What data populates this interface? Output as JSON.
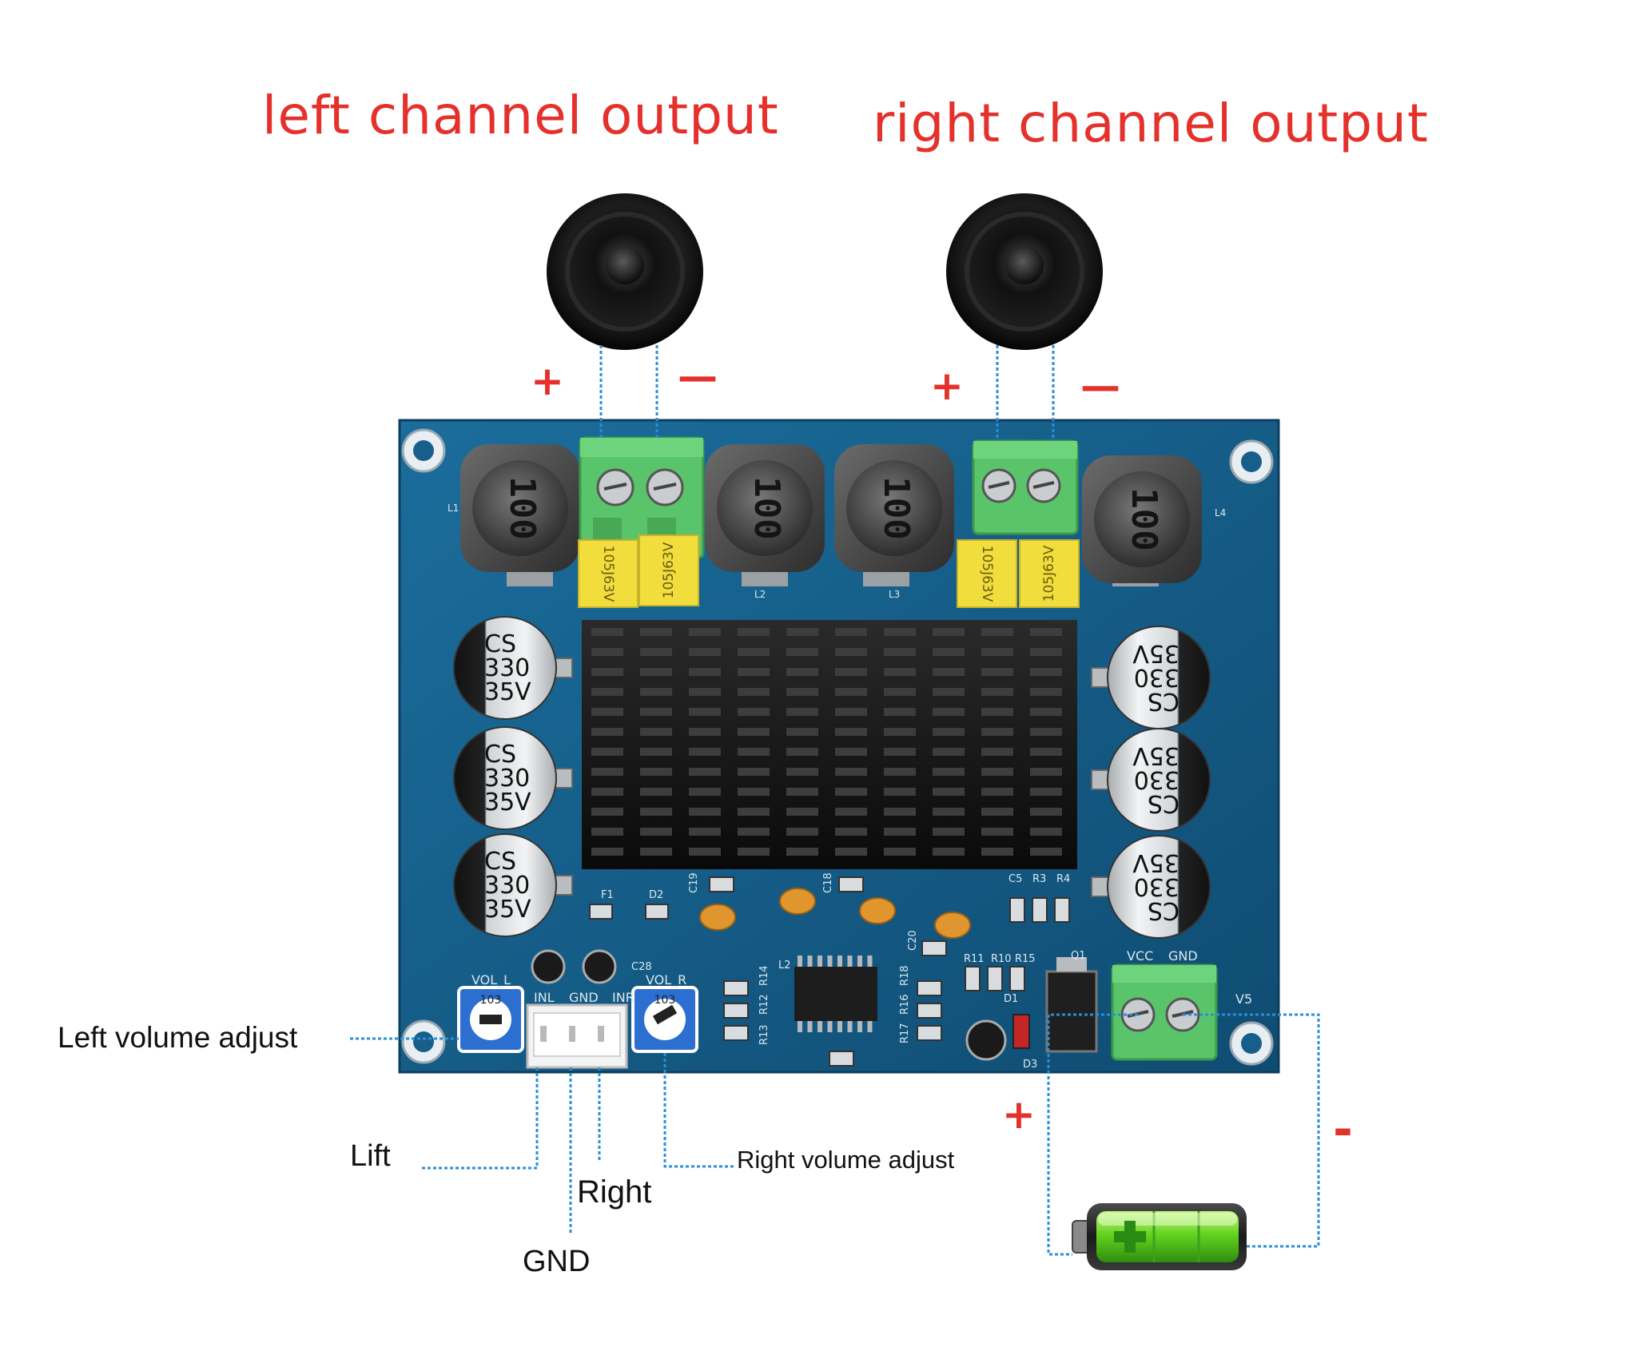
{
  "diagram": {
    "headings": {
      "left_output": "left channel output",
      "right_output": "right channel output"
    },
    "polarity": {
      "plus": "+",
      "minus": "—",
      "battery_plus": "+",
      "battery_minus": "-"
    },
    "labels": {
      "left_volume": "Left volume adjust",
      "right_volume": "Right volume adjust",
      "lift": "Lift",
      "right": "Right",
      "gnd": "GND"
    },
    "board": {
      "inductor_mark": "100",
      "film_cap_mark": "105J63V",
      "elec_cap_lines": [
        "CS",
        "330",
        "35V"
      ],
      "trimmer_mark": "103",
      "silk": {
        "vol_l": "VOL_L",
        "vol_r": "VOL_R",
        "inl": "INL",
        "gnd": "GND",
        "inr": "INR",
        "vcc": "VCC",
        "gnd2": "GND",
        "v5": "V5",
        "l1": "L1",
        "l2": "L2",
        "l3": "L3",
        "l4": "L4",
        "c19": "C19",
        "c18": "C18",
        "c20": "C20",
        "c28": "C28",
        "c5": "C5",
        "r3": "R3",
        "r4": "R4",
        "r11": "R11",
        "r10": "R10",
        "r15": "R15",
        "r13": "R13",
        "r12": "R12",
        "r14": "R14",
        "r18": "R18",
        "r16": "R16",
        "r17": "R17",
        "d1": "D1",
        "d2": "D2",
        "d3": "D3",
        "f1": "F1",
        "q1": "Q1",
        "u2": "L2"
      }
    },
    "colors": {
      "title_red": "#e4312b",
      "wire_blue": "#2a8fd6",
      "pcb_blue": "#175f8a",
      "terminal_green": "#5ac46a",
      "film_cap_yellow": "#f1de3c",
      "trimmer_blue": "#2c6fd1"
    }
  }
}
